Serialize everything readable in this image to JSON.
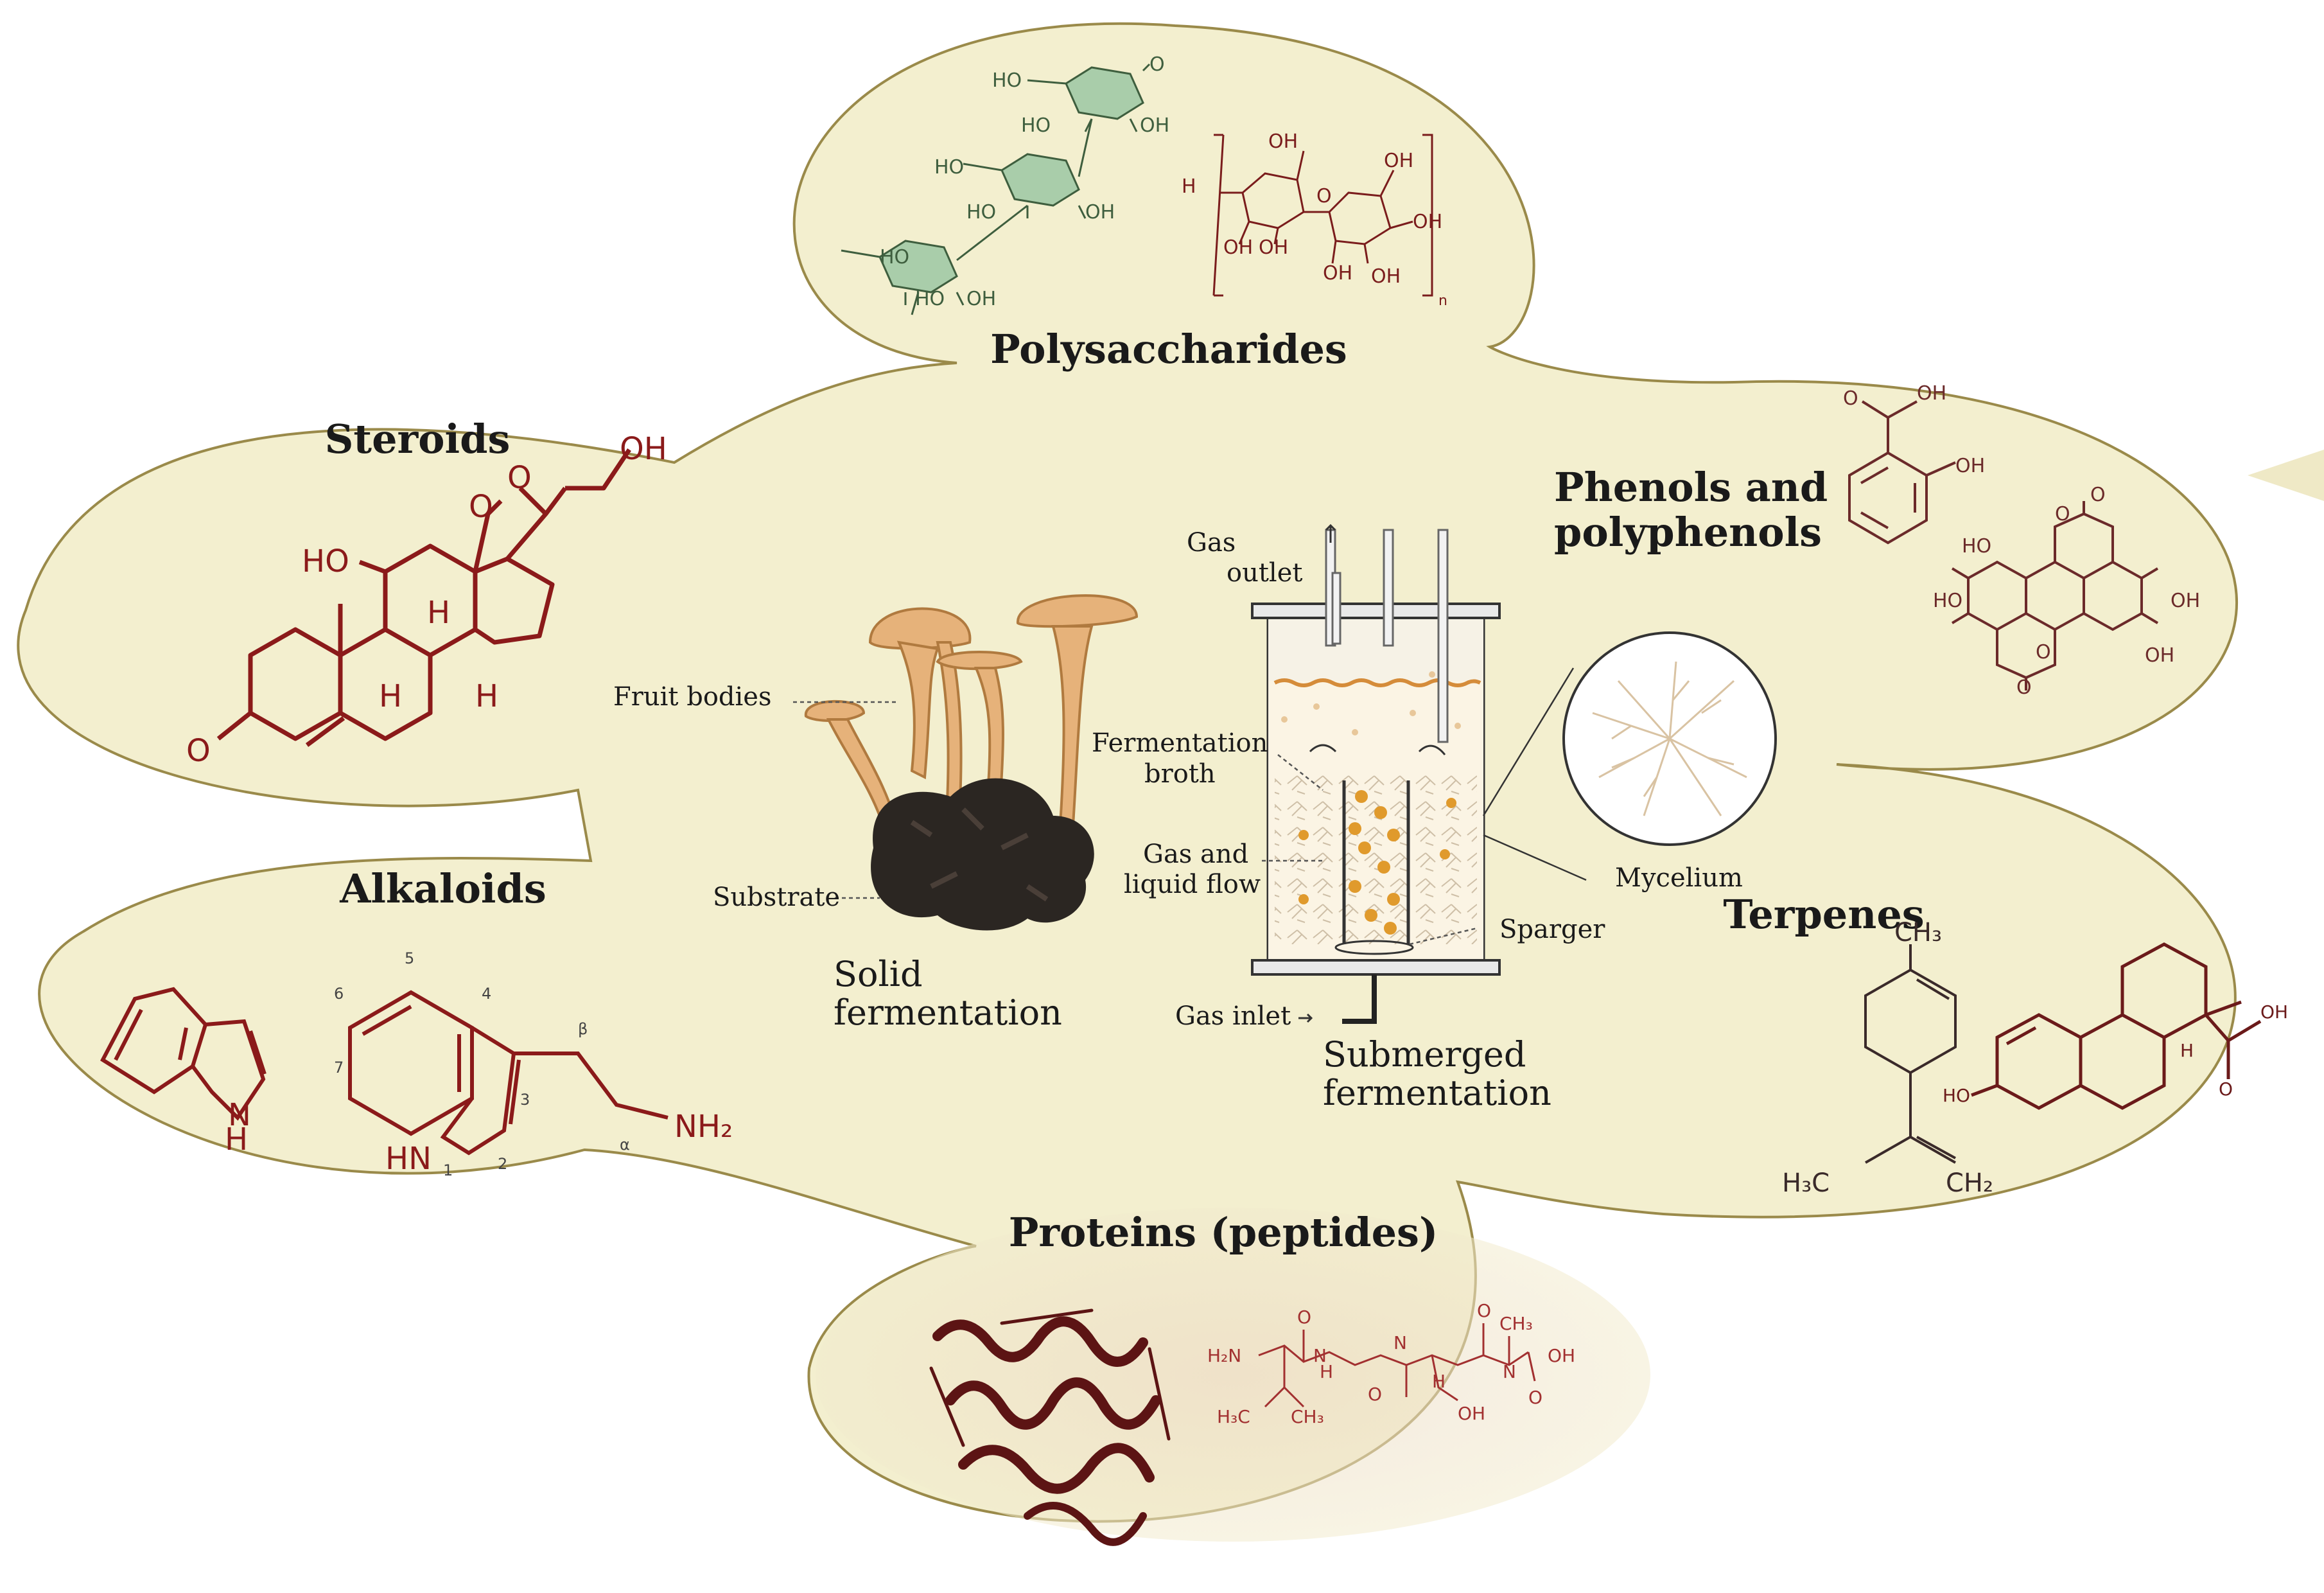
{
  "colors": {
    "cloud_fill": "#f3efcf",
    "cloud_stroke": "#9a8a4a",
    "maroon": "#7a1c1c",
    "green_ring": "#a9cdaa",
    "mushroom": "#e6b27a",
    "substrate": "#2b2622",
    "pellet": "#e09a2c"
  },
  "categories": {
    "polysaccharides": "Polysaccharides",
    "steroids": "Steroids",
    "phenols": [
      "Phenols and",
      "polyphenols"
    ],
    "alkaloids": "Alkaloids",
    "terpenes": "Terpenes",
    "proteins": "Proteins (peptides)"
  },
  "solid": {
    "fruit_bodies": "Fruit bodies",
    "substrate": "Substrate",
    "title": [
      "Solid",
      "fermentation"
    ]
  },
  "submerged": {
    "gas_outlet": [
      "Gas",
      "outlet"
    ],
    "broth": [
      "Fermentation",
      "broth"
    ],
    "gas_liquid": [
      "Gas and",
      "liquid flow"
    ],
    "mycelium": "Mycelium",
    "sparger": "Sparger",
    "gas_inlet": "Gas inlet",
    "title": [
      "Submerged",
      "fermentation"
    ]
  },
  "chem": {
    "ho": "HO",
    "oh": "OH",
    "o": "O",
    "h": "H",
    "nh": "NH",
    "n": "N",
    "hn": "HN",
    "nh2": "NH₂",
    "h2n": "H₂N",
    "ch3": "CH₃",
    "h3c": "H₃C",
    "ch2": "CH₂",
    "sub_n": "n",
    "alpha": "α",
    "beta": "β",
    "num1": "1",
    "num2": "2",
    "num3": "3",
    "num4": "4",
    "num5": "5",
    "num6": "6",
    "num7": "7"
  }
}
